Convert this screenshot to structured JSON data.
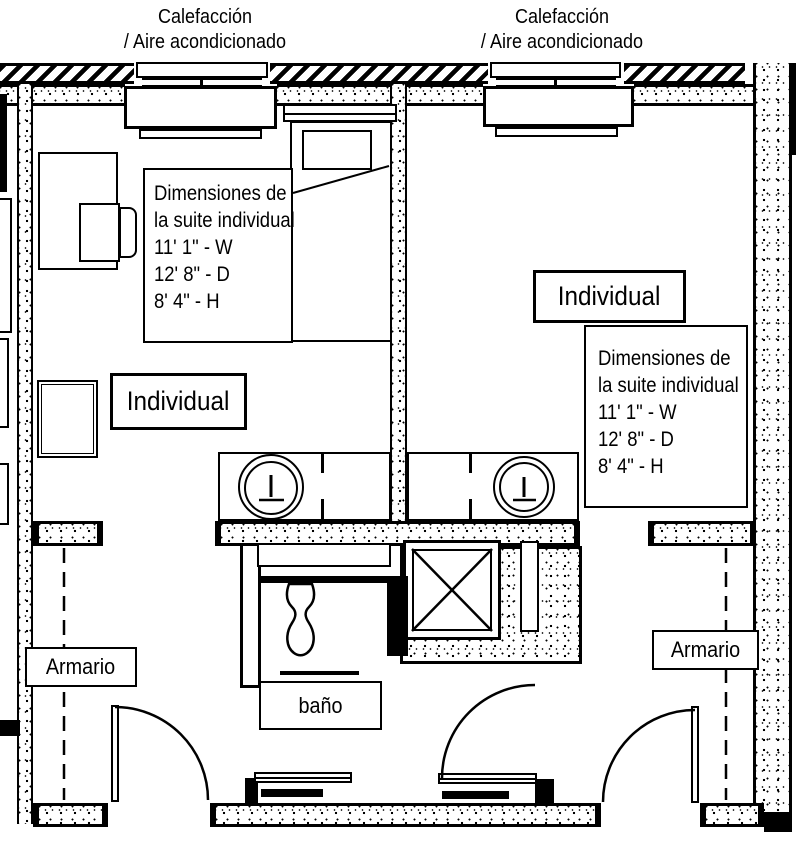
{
  "labels": {
    "hvac_left": {
      "line1": "Calefacción",
      "line2": "/ Aire acondicionado"
    },
    "hvac_right": {
      "line1": "Calefacción",
      "line2": "/ Aire acondicionado"
    },
    "room_left": "Individual",
    "room_right": "Individual",
    "closet_left": "Armario",
    "closet_right": "Armario",
    "bathroom": "baño",
    "dims_left": {
      "l1": "Dimensiones de",
      "l2": "la suite individual",
      "l3": "11' 1\" - W",
      "l4": "12' 8\" - D",
      "l5": "8' 4\" - H"
    },
    "dims_right": {
      "l1": "Dimensiones de",
      "l2": "la suite individual",
      "l3": "11' 1\" - W",
      "l4": "12' 8\" - D",
      "l5": "8' 4\" - H"
    }
  },
  "colors": {
    "ink": "#000000",
    "paper": "#ffffff"
  }
}
